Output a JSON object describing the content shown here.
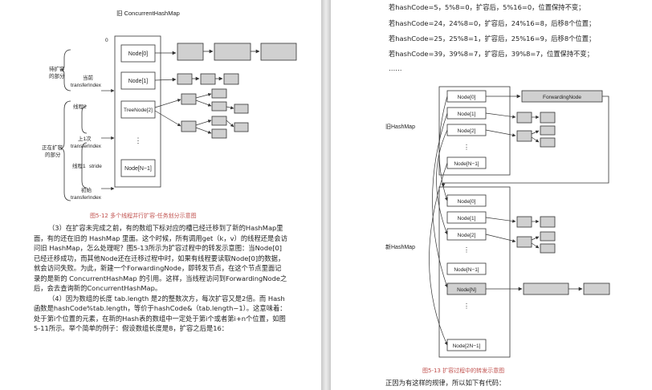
{
  "left_page": {
    "figure1": {
      "title": "旧 ConcurrentHashMap",
      "index_zero": "0",
      "nodes": [
        "Node[0]",
        "Node[1]",
        "TreeNode[2]",
        "⋮",
        "Node[N−1]"
      ],
      "left_labels": {
        "waiting_1": "待扩容",
        "waiting_2": "的部分",
        "current_1": "当前",
        "current_2": "transferIndex",
        "thread2": "线程2",
        "last_1": "上1次",
        "last_2": "transferIndex",
        "expanding_1": "正在扩容",
        "expanding_2": "的部分",
        "thread1": "线程1",
        "stride": "stride",
        "initial_1": "初始",
        "initial_2": "transferIndex"
      },
      "caption": "图5-12 多个线程并行扩容-任务划分示意图"
    },
    "paragraphs": [
      "（3）在扩容未完成之前，有的数组下标对应的槽已经迁移到了新的HashMap里面，有的还在旧的 HashMap 里面。这个时候，所有调用get（k，v）的线程还是会访问旧 HashMap，怎么处理呢？图5-13所示为扩容过程中的转发示意图：当Node[0]已经迁移成功，而其他Node还在迁移过程中时，如果有线程要读取Node[0]的数据，就会访问失败。为此，新建一个ForwardingNode，即转发节点，在这个节点里面记录的是新的 ConcurrentHashMap 的引用。这样，当线程访问到ForwardingNode之后，会去查询新的ConcurrentHashMap。",
      "（4）因为数组的长度 tab.length 是2的整数次方，每次扩容又是2倍。而 Hash 函数是hashCode%tab.length，等价于hashCode&（tab.length−1）。这意味着：处于第i个位置的元素，在新的Hash表的数组中一定处于第i个或者第i+n个位置，如图5-11所示。举个简单的例子：假设数组长度是8，扩容之后是16："
    ]
  },
  "right_page": {
    "lines": [
      "若hashCode=5，5%8=0，扩容后，5%16=0，位置保持不变；",
      "若hashCode=24，24%8=0，扩容后，24%16=8，后移8个位置；",
      "若hashCode=25，25%8=1，扩容后，25%16=9，后移8个位置；",
      "若hashCode=39，39%8=7，扩容后，39%8=7，位置保持不变；",
      "……"
    ],
    "figure2": {
      "old_map_label": "旧HashMap",
      "new_map_label": "新HashMap",
      "old_nodes": [
        "Node[0]",
        "Node[1]",
        "Node[2]",
        "⋮",
        "Node[N−1]"
      ],
      "new_nodes": [
        "Node[0]",
        "Node[1]",
        "Node[2]",
        "⋮",
        "Node[N−1]",
        "Node[N]",
        "⋮",
        "Node[2N−1]"
      ],
      "forwarding_node": "ForwardingNode",
      "caption": "图5-13 扩容过程中的转发示意图"
    },
    "closing": "正因为有这样的规律，所以如下有代码："
  }
}
